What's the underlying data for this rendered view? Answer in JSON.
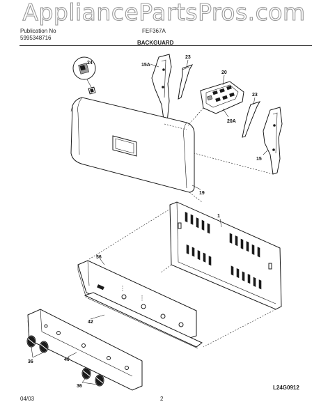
{
  "watermark": "AppliancePartsPros.com",
  "header": {
    "publication_label": "Publication No",
    "publication_number": "5995348716",
    "model": "FEF367A",
    "section_title": "BACKGUARD"
  },
  "footer": {
    "date": "04/03",
    "page": "2",
    "drawing_code": "L24G0912"
  },
  "callouts": {
    "p1": "1",
    "p15": "15",
    "p15A": "15A",
    "p19": "19",
    "p20": "20",
    "p20A": "20A",
    "p23a": "23",
    "p23b": "23",
    "p24": "24",
    "p36a": "36",
    "p36b": "36",
    "p40": "40",
    "p42": "42",
    "p56": "56"
  }
}
